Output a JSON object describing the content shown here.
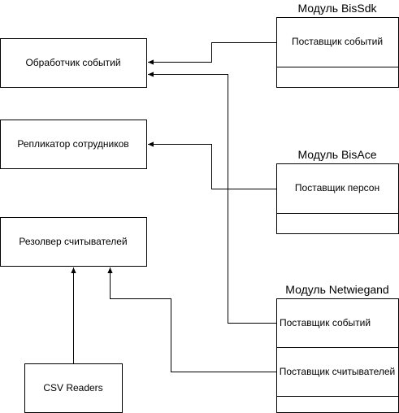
{
  "diagram": {
    "colors": {
      "stroke": "#000000",
      "fill": "#ffffff",
      "text": "#000000"
    },
    "left_boxes": {
      "event_handler": "Обработчик событий",
      "employee_replicator": "Репликатор сотрудников",
      "reader_resolver": "Резолвер считывателей",
      "csv_readers": "CSV Readers"
    },
    "modules": {
      "bissdk": {
        "title": "Модуль BisSdk",
        "items": [
          "Поставщик событий"
        ]
      },
      "bisace": {
        "title": "Модуль BisAce",
        "items": [
          "Поставщик персон"
        ]
      },
      "netwiegand": {
        "title": "Модуль Netwiegand",
        "items": [
          "Поставщик событий",
          "Поставщик считывателей"
        ]
      }
    }
  }
}
